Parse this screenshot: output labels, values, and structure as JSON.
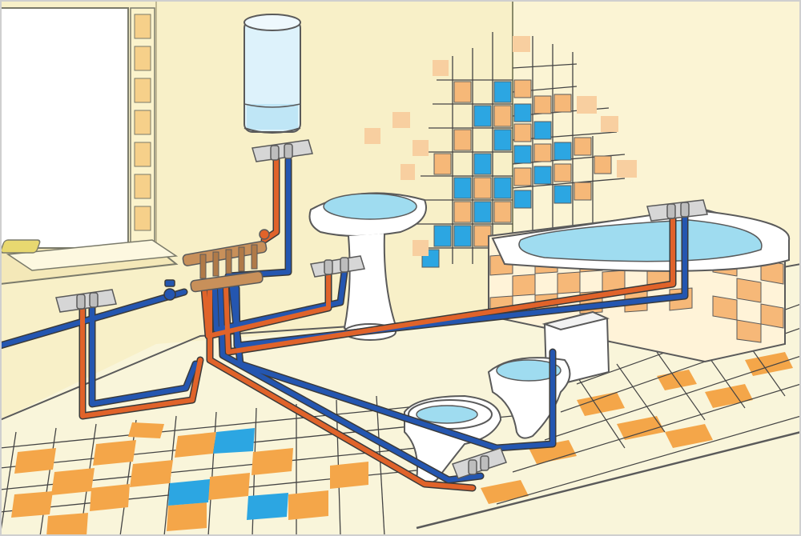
{
  "scene": {
    "fixtures": [
      "water-heater",
      "washbasin",
      "bathtub",
      "toilet",
      "bidet",
      "window",
      "water-collector-manifold",
      "shutoff-valve"
    ],
    "pipe_lines": [
      "hot-water",
      "cold-water"
    ]
  },
  "colors": {
    "hot_pipe": "#e0632a",
    "cold_pipe": "#2456b0",
    "wall": "#f8f0c8",
    "floor": "#f9f5da",
    "tile_orange": "#f4a649",
    "tile_blue": "#2ca6e2",
    "tile_peach": "#f8cfa0",
    "water": "#9fdcf0",
    "porcelain": "#ffffff",
    "outline": "#5a5a5a",
    "manifold": "#c8905a",
    "valve_plate": "#d6d6d6",
    "grout": "#444444"
  }
}
